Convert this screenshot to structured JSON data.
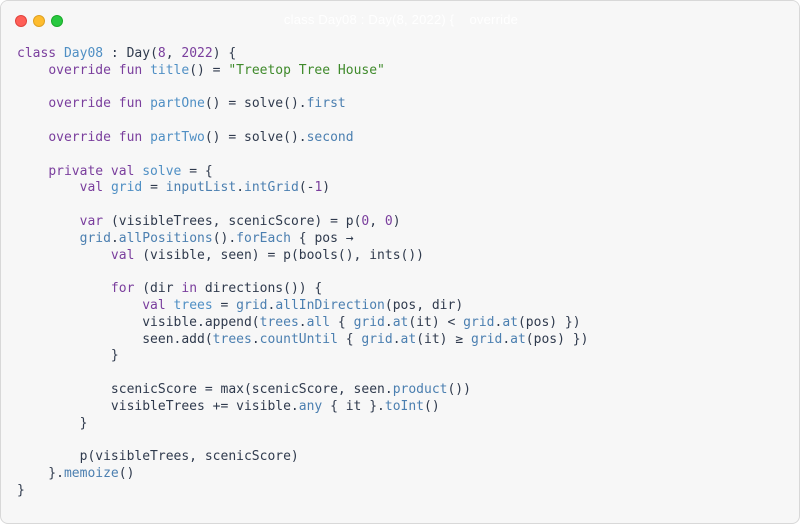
{
  "window": {
    "title": "class Day08 : Day(8, 2022) {    override"
  },
  "code": {
    "lines": [
      [
        [
          "kw",
          "class "
        ],
        [
          "fn",
          "Day08"
        ],
        [
          "id",
          " : Day("
        ],
        [
          "num",
          "8"
        ],
        [
          "id",
          ", "
        ],
        [
          "num",
          "2022"
        ],
        [
          "id",
          ") {"
        ]
      ],
      [
        [
          "id",
          "    "
        ],
        [
          "kw",
          "override fun "
        ],
        [
          "fn",
          "title"
        ],
        [
          "id",
          "() = "
        ],
        [
          "str",
          "\"Treetop Tree House\""
        ]
      ],
      [],
      [
        [
          "id",
          "    "
        ],
        [
          "kw",
          "override fun "
        ],
        [
          "fn",
          "partOne"
        ],
        [
          "id",
          "() = solve()."
        ],
        [
          "pr",
          "first"
        ]
      ],
      [],
      [
        [
          "id",
          "    "
        ],
        [
          "kw",
          "override fun "
        ],
        [
          "fn",
          "partTwo"
        ],
        [
          "id",
          "() = solve()."
        ],
        [
          "pr",
          "second"
        ]
      ],
      [],
      [
        [
          "id",
          "    "
        ],
        [
          "kw",
          "private val "
        ],
        [
          "fn",
          "solve"
        ],
        [
          "id",
          " = {"
        ]
      ],
      [
        [
          "id",
          "        "
        ],
        [
          "kw",
          "val "
        ],
        [
          "fn",
          "grid"
        ],
        [
          "id",
          " = "
        ],
        [
          "pr",
          "inputList"
        ],
        [
          "id",
          "."
        ],
        [
          "pr",
          "intGrid"
        ],
        [
          "id",
          "(-"
        ],
        [
          "num",
          "1"
        ],
        [
          "id",
          ")"
        ]
      ],
      [],
      [
        [
          "id",
          "        "
        ],
        [
          "kw",
          "var "
        ],
        [
          "id",
          "(visibleTrees, scenicScore) = p("
        ],
        [
          "num",
          "0"
        ],
        [
          "id",
          ", "
        ],
        [
          "num",
          "0"
        ],
        [
          "id",
          ")"
        ]
      ],
      [
        [
          "id",
          "        "
        ],
        [
          "pr",
          "grid"
        ],
        [
          "id",
          "."
        ],
        [
          "pr",
          "allPositions"
        ],
        [
          "id",
          "()."
        ],
        [
          "pr",
          "forEach"
        ],
        [
          "id",
          " { pos →"
        ]
      ],
      [
        [
          "id",
          "            "
        ],
        [
          "kw",
          "val "
        ],
        [
          "id",
          "(visible, seen) = p(bools(), ints())"
        ]
      ],
      [],
      [
        [
          "id",
          "            "
        ],
        [
          "kw",
          "for "
        ],
        [
          "id",
          "(dir "
        ],
        [
          "kw",
          "in "
        ],
        [
          "id",
          "directions()) {"
        ]
      ],
      [
        [
          "id",
          "                "
        ],
        [
          "kw",
          "val "
        ],
        [
          "fn",
          "trees"
        ],
        [
          "id",
          " = "
        ],
        [
          "pr",
          "grid"
        ],
        [
          "id",
          "."
        ],
        [
          "pr",
          "allInDirection"
        ],
        [
          "id",
          "(pos, dir)"
        ]
      ],
      [
        [
          "id",
          "                visible.append("
        ],
        [
          "pr",
          "trees"
        ],
        [
          "id",
          "."
        ],
        [
          "pr",
          "all"
        ],
        [
          "id",
          " { "
        ],
        [
          "pr",
          "grid"
        ],
        [
          "id",
          "."
        ],
        [
          "pr",
          "at"
        ],
        [
          "id",
          "(it) < "
        ],
        [
          "pr",
          "grid"
        ],
        [
          "id",
          "."
        ],
        [
          "pr",
          "at"
        ],
        [
          "id",
          "(pos) })"
        ]
      ],
      [
        [
          "id",
          "                seen.add("
        ],
        [
          "pr",
          "trees"
        ],
        [
          "id",
          "."
        ],
        [
          "pr",
          "countUntil"
        ],
        [
          "id",
          " { "
        ],
        [
          "pr",
          "grid"
        ],
        [
          "id",
          "."
        ],
        [
          "pr",
          "at"
        ],
        [
          "id",
          "(it) ≥ "
        ],
        [
          "pr",
          "grid"
        ],
        [
          "id",
          "."
        ],
        [
          "pr",
          "at"
        ],
        [
          "id",
          "(pos) })"
        ]
      ],
      [
        [
          "id",
          "            }"
        ]
      ],
      [],
      [
        [
          "id",
          "            scenicScore = max(scenicScore, seen."
        ],
        [
          "pr",
          "product"
        ],
        [
          "id",
          "())"
        ]
      ],
      [
        [
          "id",
          "            visibleTrees += visible."
        ],
        [
          "pr",
          "any"
        ],
        [
          "id",
          " { it }."
        ],
        [
          "pr",
          "toInt"
        ],
        [
          "id",
          "()"
        ]
      ],
      [
        [
          "id",
          "        }"
        ]
      ],
      [],
      [
        [
          "id",
          "        p(visibleTrees, scenicScore)"
        ]
      ],
      [
        [
          "id",
          "    }."
        ],
        [
          "pr",
          "memoize"
        ],
        [
          "id",
          "()"
        ]
      ],
      [
        [
          "id",
          "}"
        ]
      ]
    ]
  }
}
